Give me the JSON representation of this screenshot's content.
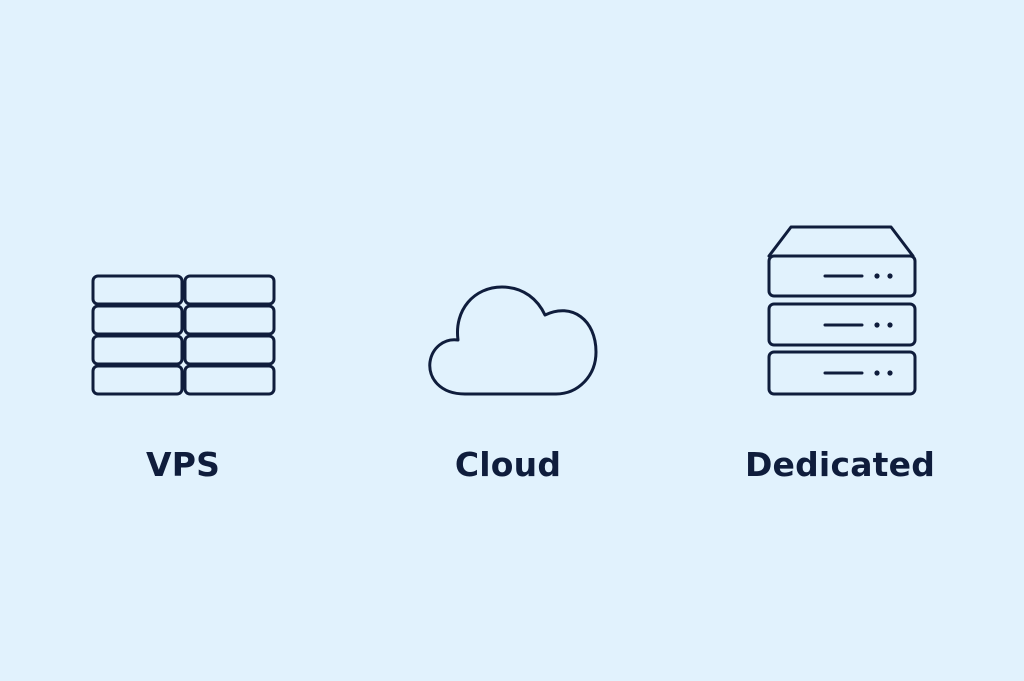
{
  "colors": {
    "background": "#e1f2fd",
    "ink": "#0f1d3c"
  },
  "items": [
    {
      "label": "VPS",
      "icon": "vps-grid-icon"
    },
    {
      "label": "Cloud",
      "icon": "cloud-icon"
    },
    {
      "label": "Dedicated",
      "icon": "server-rack-icon"
    }
  ]
}
